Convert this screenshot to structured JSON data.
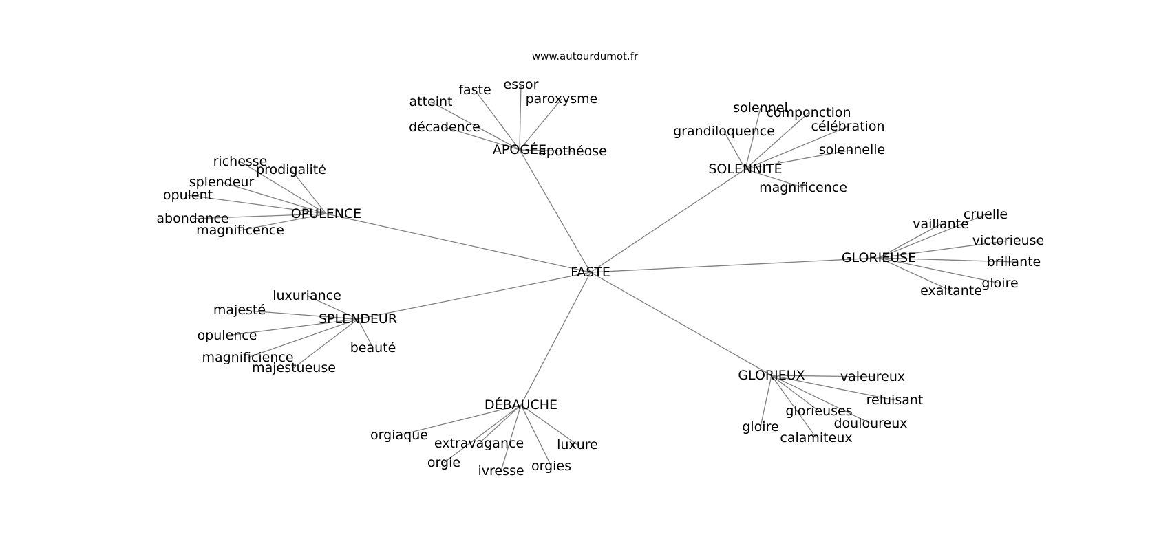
{
  "site": "www.autourdumot.fr",
  "graph": {
    "root": "FASTE",
    "clusters": [
      {
        "id": "apogee",
        "label": "APOGÉE",
        "words": [
          "essor",
          "faste",
          "atteint",
          "paroxysme",
          "décadence",
          "apothéose"
        ]
      },
      {
        "id": "solennite",
        "label": "SOLENNITÉ",
        "words": [
          "solennel",
          "componction",
          "célébration",
          "grandiloquence",
          "solennelle",
          "magnificence"
        ]
      },
      {
        "id": "opulence",
        "label": "OPULENCE",
        "words": [
          "richesse",
          "prodigalité",
          "splendeur",
          "opulent",
          "abondance",
          "magnificence"
        ]
      },
      {
        "id": "glorieuse",
        "label": "GLORIEUSE",
        "words": [
          "cruelle",
          "vaillante",
          "victorieuse",
          "brillante",
          "gloire",
          "exaltante"
        ]
      },
      {
        "id": "splendeur",
        "label": "SPLENDEUR",
        "words": [
          "luxuriance",
          "majesté",
          "opulence",
          "beauté",
          "magnificience",
          "majestueuse"
        ]
      },
      {
        "id": "glorieux",
        "label": "GLORIEUX",
        "words": [
          "valeureux",
          "reluisant",
          "glorieuses",
          "douloureux",
          "gloire",
          "calamiteux"
        ]
      },
      {
        "id": "debauche",
        "label": "DÉBAUCHE",
        "words": [
          "orgiaque",
          "extravagance",
          "luxure",
          "orgie",
          "orgies",
          "ivresse"
        ]
      }
    ]
  }
}
